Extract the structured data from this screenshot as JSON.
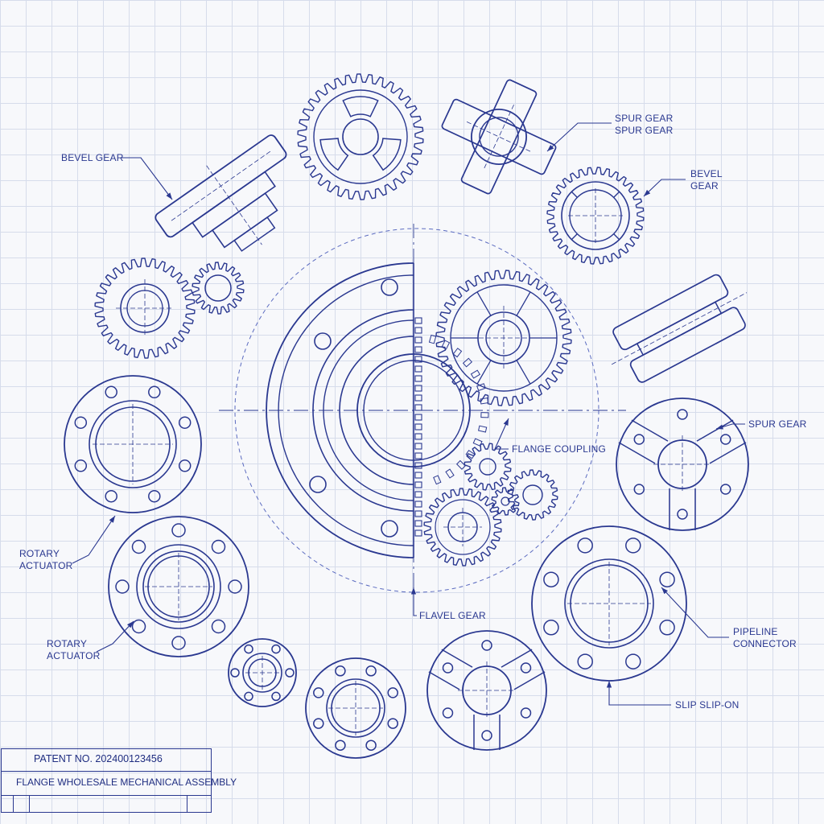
{
  "labels": {
    "bevel_gear_left": "BEVEL GEAR",
    "spur_gear_top": [
      "SPUR GEAR",
      "SPUR GEAR"
    ],
    "bevel_gear_right": [
      "BEVEL",
      "GEAR"
    ],
    "rotary_actuator_1": [
      "ROTARY",
      "ACTUATOR"
    ],
    "rotary_actuator_2": [
      "ROTARY",
      "ACTUATOR"
    ],
    "spur_gear_right": "SPUR GEAR",
    "flange_coupling": "FLANGE COUPLING",
    "flavel_gear": "FLAVEL GEAR",
    "pipeline_connector": [
      "PIPELINE",
      "CONNECTOR"
    ],
    "slip_on": "SLIP SLIP-ON"
  },
  "title_block": {
    "patent_no": "PATENT NO. 202400123456",
    "title": "FLANGE WHOLESALE MECHANICAL ASSEMBLY"
  },
  "colors": {
    "ink": "#2a3890",
    "ink_light": "#5b6bc0",
    "paper": "#f7f8fb",
    "grid": "#d6dceb"
  }
}
